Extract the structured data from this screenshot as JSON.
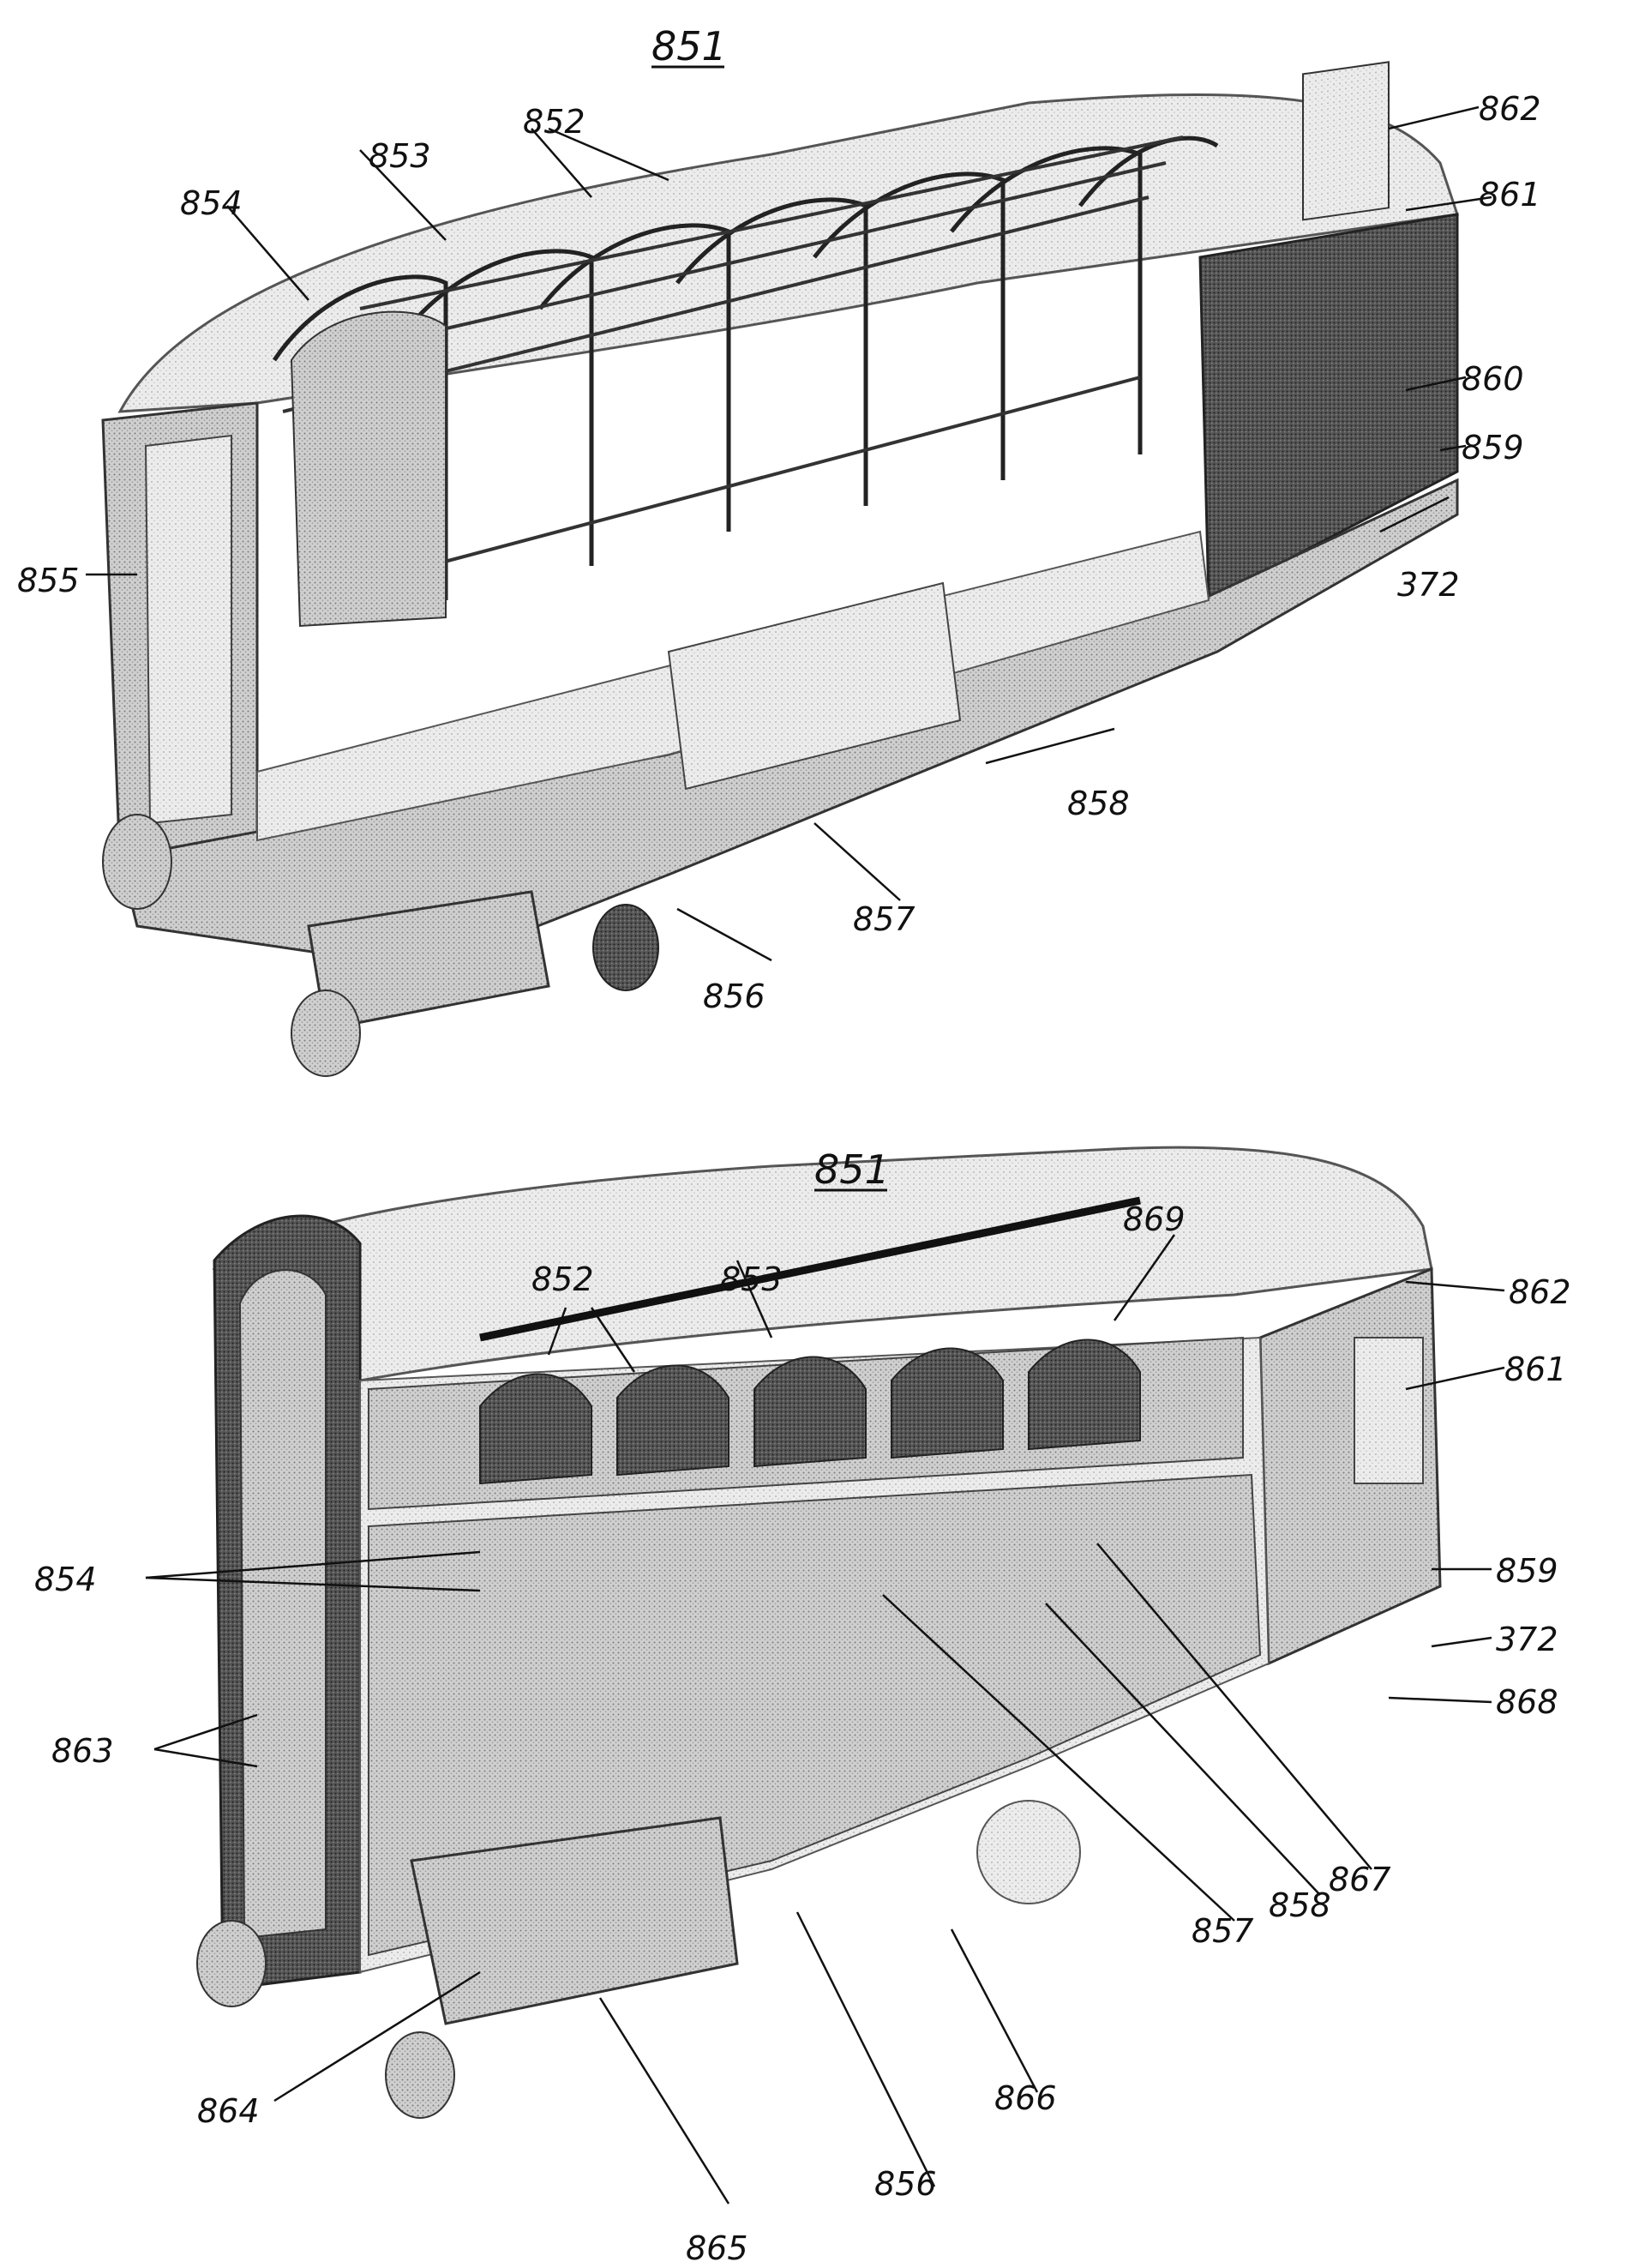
{
  "figures": [
    {
      "number": "851",
      "labels": [
        "851",
        "852",
        "853",
        "854",
        "855",
        "856",
        "857",
        "858",
        "859",
        "860",
        "861",
        "862",
        "372"
      ]
    },
    {
      "number": "851",
      "labels": [
        "851",
        "852",
        "853",
        "854",
        "856",
        "857",
        "858",
        "859",
        "861",
        "862",
        "863",
        "864",
        "865",
        "866",
        "867",
        "868",
        "869",
        "372"
      ]
    }
  ],
  "colors": {
    "ink": "#111111",
    "shade_dark": "#3a3a3a",
    "shade_mid": "#8a8a8a",
    "shade_light": "#d6d6d6",
    "paper": "#ffffff"
  }
}
